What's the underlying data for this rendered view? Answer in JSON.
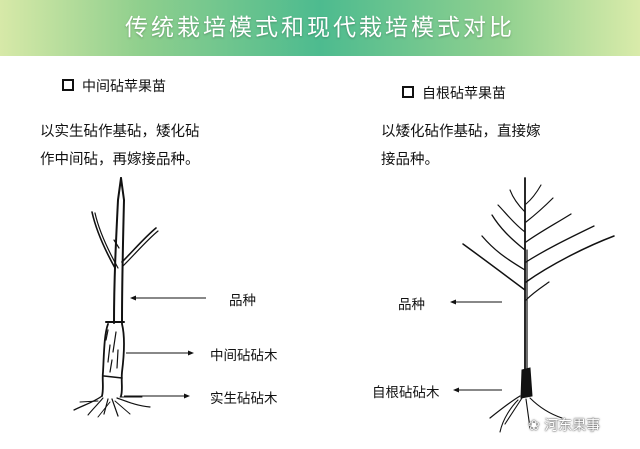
{
  "header": {
    "title": "传统栽培模式和现代栽培模式对比"
  },
  "left": {
    "heading": "中间砧苹果苗",
    "description": [
      "以实生砧作基砧，矮化砧",
      "作中间砧，再嫁接品种。"
    ],
    "labels": {
      "variety": "品种",
      "interstock": "中间砧砧木",
      "seedling_rootstock": "实生砧砧木"
    }
  },
  "right": {
    "heading": "自根砧苹果苗",
    "description": [
      "以矮化砧作基砧，直接嫁",
      "接品种。"
    ],
    "labels": {
      "variety": "品种",
      "clonal_rootstock": "自根砧砧木"
    }
  },
  "watermark": {
    "text": "河东果事"
  }
}
